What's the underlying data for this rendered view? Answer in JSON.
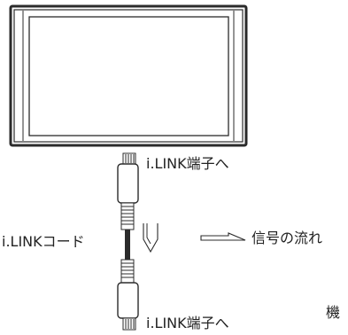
{
  "labels": {
    "top_terminal": "i.LINK端子へ",
    "cable": "i.LINKコード",
    "signal_flow": "信号の流れ",
    "bottom_terminal": "i.LINK端子へ",
    "connected_device_fragment": "機"
  }
}
